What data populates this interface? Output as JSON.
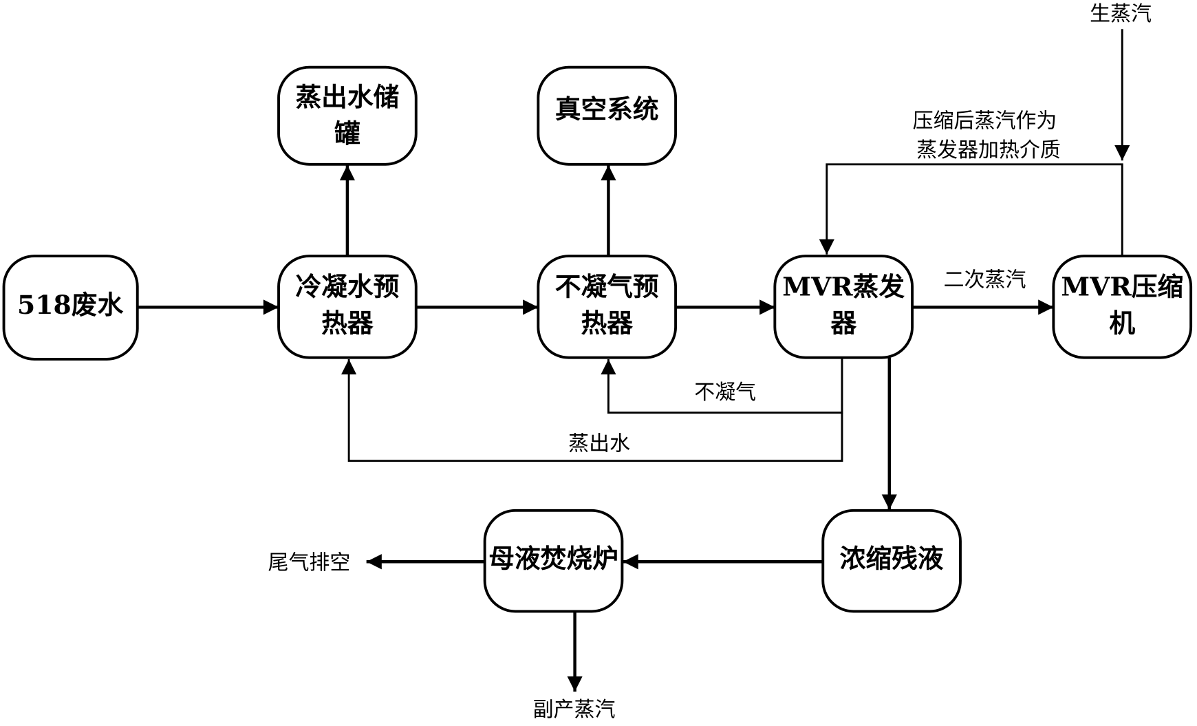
{
  "nodes": {
    "wastewater_518": {
      "lines": [
        "518废水"
      ]
    },
    "condensate_preheater": {
      "lines": [
        "冷凝水预",
        "热器"
      ]
    },
    "distillate_tank": {
      "lines": [
        "蒸出水储",
        "罐"
      ]
    },
    "vacuum_system": {
      "lines": [
        "真空系统"
      ]
    },
    "noncondensable_preheater": {
      "lines": [
        "不凝气预",
        "热器"
      ]
    },
    "mvr_evaporator": {
      "lines": [
        "MVR蒸发",
        "器"
      ]
    },
    "mvr_compressor": {
      "lines": [
        "MVR压缩",
        "机"
      ]
    },
    "concentrated_residue": {
      "lines": [
        "浓缩残液"
      ]
    },
    "mother_liquor_incinerator": {
      "lines": [
        "母液焚烧炉"
      ]
    }
  },
  "edge_labels": {
    "live_steam": "生蒸汽",
    "compressed_steam_line1": "压缩后蒸汽作为",
    "compressed_steam_line2": "蒸发器加热介质",
    "secondary_steam": "二次蒸汽",
    "noncondensable_gas": "不凝气",
    "distillate_water": "蒸出水",
    "exhaust_vent": "尾气排空",
    "byproduct_steam": "副产蒸汽"
  },
  "colors": {
    "stroke": "#000000",
    "background": "#ffffff"
  }
}
